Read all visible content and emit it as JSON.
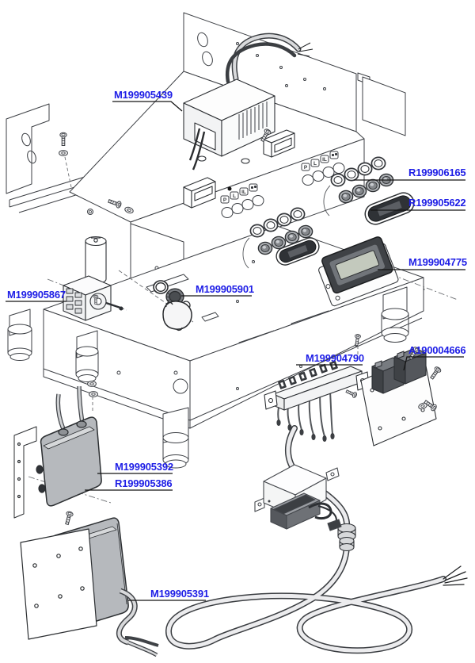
{
  "diagram": {
    "kind": "exploded-parts-diagram",
    "colors": {
      "label_blue": "#1e1ee6",
      "line_dark": "#3c3f44",
      "leader_black": "#141414",
      "part_gray": "#b6b9bd",
      "part_dark": "#3f4246"
    },
    "panel_markings": {
      "keys": [
        "P",
        "L",
        "IL"
      ],
      "icon": "double-cup-icon"
    },
    "labels": [
      {
        "text": "M199905439",
        "part": "power-supply-box"
      },
      {
        "text": "R199906165",
        "part": "button-set"
      },
      {
        "text": "R199905622",
        "part": "indicator-lens"
      },
      {
        "text": "M199904775",
        "part": "display-module"
      },
      {
        "text": "M199905867",
        "part": "rotary-switch"
      },
      {
        "text": "M199905901",
        "part": "knob-set"
      },
      {
        "text": "M199904790",
        "part": "terminal-block-power-cord"
      },
      {
        "text": "A190004666",
        "part": "relay-board"
      },
      {
        "text": "M199905392",
        "part": "electronics-box"
      },
      {
        "text": "R199905386",
        "part": "electronics-box-cover"
      },
      {
        "text": "M199905391",
        "part": "control-unit-plate"
      }
    ]
  }
}
